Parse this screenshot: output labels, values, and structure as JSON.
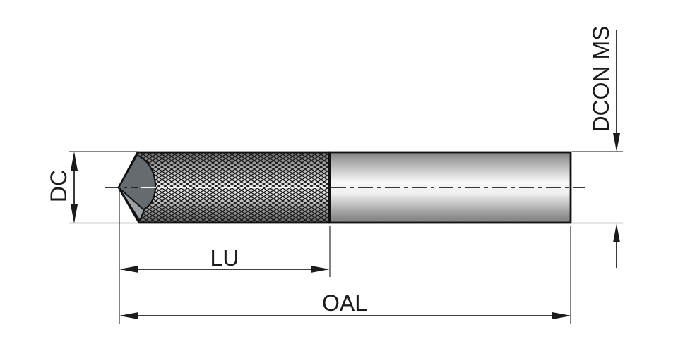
{
  "diagram": {
    "type": "technical-dimension-drawing",
    "labels": {
      "dc": "DC",
      "lu": "LU",
      "oal": "OAL",
      "dcon_ms": "DCON MS"
    },
    "colors": {
      "background": "#ffffff",
      "outline": "#111111",
      "cone_face": "#666b6f",
      "tip_facet": "#9aa0a4",
      "knurl_dark": "#676767",
      "knurl_light": "#e8e8e8",
      "shank_dark": "#7d7d7d",
      "shank_light": "#f7f7f7",
      "dimension_line": "#242424",
      "extension_line": "#3d3d3d",
      "centerline_dark": "#1e1e1e",
      "centerline_light": "#fafafa"
    }
  }
}
